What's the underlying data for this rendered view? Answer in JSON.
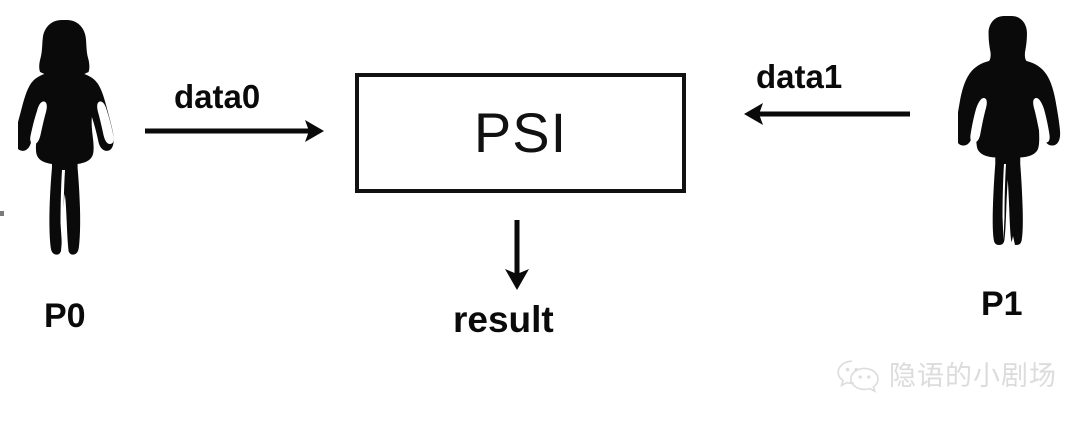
{
  "diagram": {
    "title": "PSI two-party protocol diagram",
    "background_color": "#ffffff",
    "stroke_color": "#0a0a0a",
    "process_box": {
      "label": "PSI",
      "border_color": "#111111"
    },
    "parties": [
      {
        "id": "p0",
        "label": "P0",
        "icon": "female-silhouette-icon",
        "side": "left"
      },
      {
        "id": "p1",
        "label": "P1",
        "icon": "male-silhouette-icon",
        "side": "right"
      }
    ],
    "flows": [
      {
        "id": "data0",
        "label": "data0",
        "direction": "right",
        "from": "P0",
        "to": "PSI"
      },
      {
        "id": "data1",
        "label": "data1",
        "direction": "left",
        "from": "P1",
        "to": "PSI"
      },
      {
        "id": "result",
        "label": "result",
        "direction": "down",
        "from": "PSI",
        "to": "result"
      }
    ],
    "output": {
      "label": "result"
    }
  },
  "watermark": {
    "icon": "wechat-icon",
    "text": "隐语的小剧场",
    "color": "#dcdcdc"
  }
}
